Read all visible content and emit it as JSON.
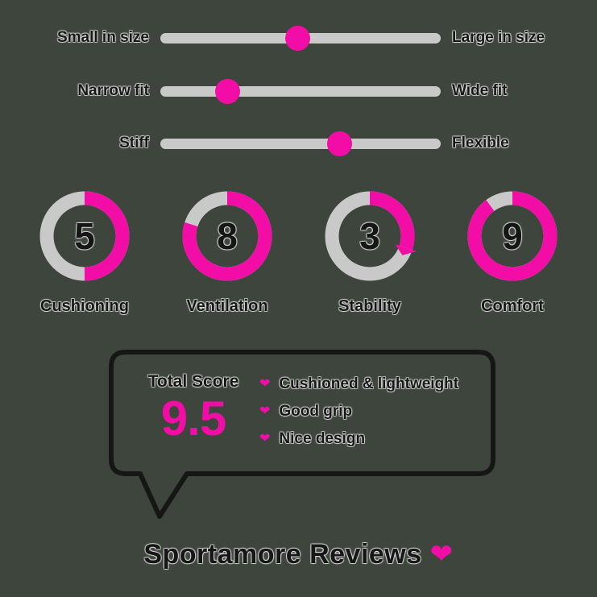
{
  "colors": {
    "bg": "#3e453d",
    "pink": "#f20da6",
    "gray": "#c9c9c9",
    "ink": "#161616"
  },
  "sliders": [
    {
      "left": "Small in size",
      "right": "Large in size",
      "value_percent": 49
    },
    {
      "left": "Narrow fit",
      "right": "Wide fit",
      "value_percent": 24
    },
    {
      "left": "Stiff",
      "right": "Flexible",
      "value_percent": 64
    }
  ],
  "gauges": [
    {
      "label": "Cushioning",
      "value": 5,
      "max": 10,
      "arrow": false
    },
    {
      "label": "Ventilation",
      "value": 8,
      "max": 10,
      "arrow": false
    },
    {
      "label": "Stability",
      "value": 3,
      "max": 10,
      "arrow": true
    },
    {
      "label": "Comfort",
      "value": 9,
      "max": 10,
      "arrow": false
    }
  ],
  "score_bubble": {
    "title": "Total Score",
    "score": "9.5",
    "heart_icon": "❤",
    "bullets": [
      "Cushioned & lightweight",
      "Good grip",
      "Nice design"
    ]
  },
  "footer": {
    "title": "Sportamore Reviews",
    "heart": "❤"
  }
}
